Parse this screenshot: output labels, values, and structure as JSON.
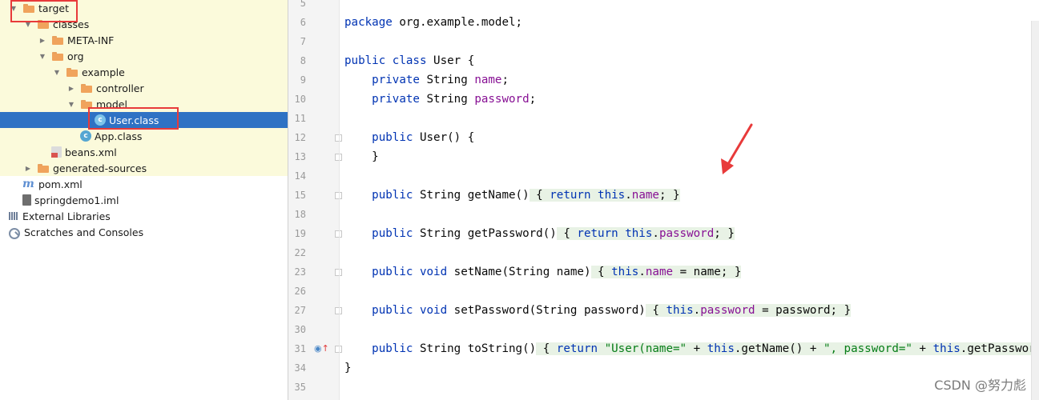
{
  "project_tree": {
    "items": [
      {
        "label": "target",
        "icon": "folder-icon",
        "indent": 0,
        "expanded": true,
        "excluded": true
      },
      {
        "label": "classes",
        "icon": "folder-icon",
        "indent": 1,
        "expanded": true,
        "excluded": true
      },
      {
        "label": "META-INF",
        "icon": "folder-icon",
        "indent": 2,
        "expanded": false,
        "excluded": true
      },
      {
        "label": "org",
        "icon": "folder-icon",
        "indent": 2,
        "expanded": true,
        "excluded": true
      },
      {
        "label": "example",
        "icon": "folder-icon",
        "indent": 3,
        "expanded": true,
        "excluded": true
      },
      {
        "label": "controller",
        "icon": "folder-icon",
        "indent": 4,
        "expanded": false,
        "excluded": true
      },
      {
        "label": "model",
        "icon": "folder-icon",
        "indent": 4,
        "expanded": true,
        "excluded": true
      },
      {
        "label": "User.class",
        "icon": "class-file-icon",
        "indent": 5,
        "leaf": true,
        "excluded": true,
        "selected": true
      },
      {
        "label": "App.class",
        "icon": "class-file-icon",
        "indent": 4,
        "leaf": true,
        "excluded": true
      },
      {
        "label": "beans.xml",
        "icon": "xml-file-icon",
        "indent": 2,
        "leaf": true,
        "excluded": true
      },
      {
        "label": "generated-sources",
        "icon": "folder-icon",
        "indent": 1,
        "expanded": false,
        "excluded": true
      },
      {
        "label": "pom.xml",
        "icon": "maven-icon",
        "indent": 0,
        "leaf": true
      },
      {
        "label": "springdemo1.iml",
        "icon": "iml-file-icon",
        "indent": 0,
        "leaf": true
      },
      {
        "label": "External Libraries",
        "icon": "library-icon",
        "indent": -1,
        "expanded": false
      },
      {
        "label": "Scratches and Consoles",
        "icon": "scratches-icon",
        "indent": -1,
        "expanded": false
      }
    ]
  },
  "editor": {
    "lines": [
      {
        "no": "5",
        "html": ""
      },
      {
        "no": "6",
        "html": "<span class=\"kw\">package</span> org.example.model;"
      },
      {
        "no": "7",
        "html": ""
      },
      {
        "no": "8",
        "html": "<span class=\"kw\">public class</span> User {"
      },
      {
        "no": "9",
        "html": "    <span class=\"kw\">private</span> String <span class=\"fld\">name</span>;"
      },
      {
        "no": "10",
        "html": "    <span class=\"kw\">private</span> String <span class=\"fld\">password</span>;"
      },
      {
        "no": "11",
        "html": ""
      },
      {
        "no": "12",
        "html": "    <span class=\"kw\">public</span> User() {",
        "fold": true
      },
      {
        "no": "13",
        "html": "    }",
        "fold": true
      },
      {
        "no": "14",
        "html": ""
      },
      {
        "no": "15",
        "html": "    <span class=\"kw\">public</span> String getName()<span class=\"fold-body\"> { <span class=\"kw\">return this</span>.<span class=\"fld\">name</span>; }</span>",
        "fold": true
      },
      {
        "no": "18",
        "html": ""
      },
      {
        "no": "19",
        "html": "    <span class=\"kw\">public</span> String getPassword()<span class=\"fold-body\"> { <span class=\"kw\">return this</span>.<span class=\"fld\">password</span>; }</span>",
        "fold": true
      },
      {
        "no": "22",
        "html": ""
      },
      {
        "no": "23",
        "html": "    <span class=\"kw\">public void</span> setName(String name)<span class=\"fold-body\"> { <span class=\"kw\">this</span>.<span class=\"fld\">name</span> = name; }</span>",
        "fold": true
      },
      {
        "no": "26",
        "html": ""
      },
      {
        "no": "27",
        "html": "    <span class=\"kw\">public void</span> setPassword(String password)<span class=\"fold-body\"> { <span class=\"kw\">this</span>.<span class=\"fld\">password</span> = password; }</span>",
        "fold": true
      },
      {
        "no": "30",
        "html": ""
      },
      {
        "no": "31",
        "html": "    <span class=\"kw\">public</span> String toString()<span class=\"fold-body\"> { <span class=\"kw\">return</span> <span class=\"str\">\"User(name=\"</span> + <span class=\"kw\">this</span>.getName() + <span class=\"str\">\", password=\"</span> + <span class=\"kw\">this</span>.getPassword() + <span class=\"str\">\")\"</span>; }</span>",
        "fold": true,
        "override": true
      },
      {
        "no": "34",
        "html": "}"
      },
      {
        "no": "35",
        "html": ""
      }
    ]
  },
  "watermark": "CSDN @努力彪",
  "colors": {
    "selection": "#2f72c4",
    "excluded_bg": "#fbfadb",
    "annotation_red": "#e83a3a",
    "keyword": "#0033b3",
    "string": "#067d17",
    "field": "#871094"
  }
}
